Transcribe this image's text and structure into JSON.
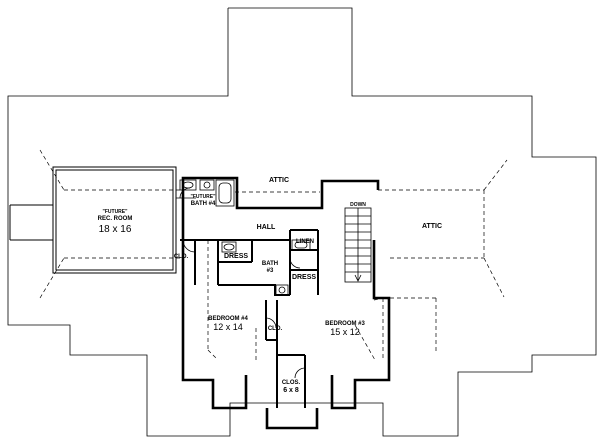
{
  "labels": {
    "attic_top": "ATTIC",
    "attic_right": "ATTIC",
    "hall": "HALL",
    "down": "DOWN",
    "linen": "LINEN",
    "bath4_future": "\"FUTURE\"",
    "bath4_name": "BATH #4",
    "rec_future": "\"FUTURE\"",
    "rec_name": "REC. ROOM",
    "rec_size": "18 x 16",
    "clo_left": "CLO.",
    "dress_left": "DRESS",
    "bath3_name": "BATH",
    "bath3_num": "#3",
    "dress_right": "DRESS",
    "bed4_name": "BEDROOM #4",
    "bed4_size": "12 x 14",
    "clo_mid": "CLO.",
    "bed3_name": "BEDROOM #3",
    "bed3_size": "15 x 12",
    "clos_name": "CLOS.",
    "clos_size": "6 x 8"
  }
}
